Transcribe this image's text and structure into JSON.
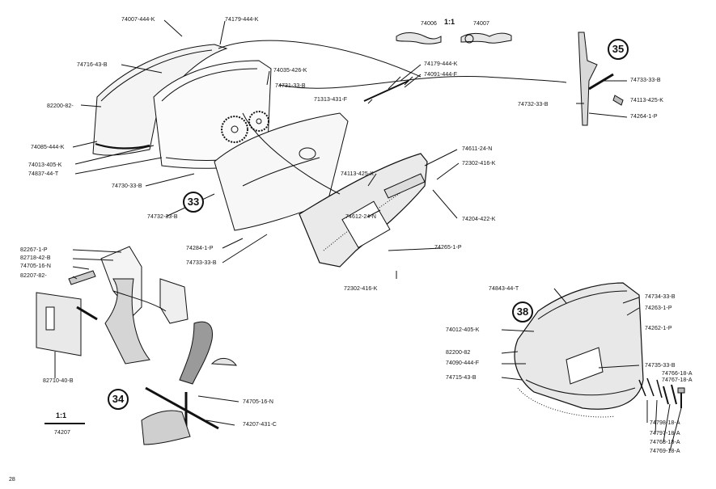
{
  "page_number": "28",
  "scale_top": "1:1",
  "scale_bottom": "1:1",
  "groups": {
    "g33": "33",
    "g34": "34",
    "g35": "35",
    "g38": "38"
  },
  "top_parts": {
    "a": "74006",
    "b": "74007"
  },
  "ref_bottom": "74207",
  "labels": {
    "l01": "74007-444-K",
    "l02": "74179-444-K",
    "l03": "74716-43-B",
    "l04": "74035-426-K",
    "l05": "74731-33-B",
    "l06": "74179-444-K",
    "l07": "74091-444-F",
    "l08": "71313-431-F",
    "l09": "82200-82-",
    "l10": "74085-444-K",
    "l11": "74013-405-K",
    "l12": "74837-44-T",
    "l13": "74730-33-B",
    "l14": "74732-33-B",
    "l15": "74611-24-N",
    "l16": "72302-416-K",
    "l17": "74113-425-K",
    "l18": "74612-24-N",
    "l19": "74204-422-K",
    "l20": "74284-1-P",
    "l21": "74733-33-B",
    "l22": "74265-1-P",
    "l23": "72302-416-K",
    "l24": "74733-33-B",
    "l25": "74732-33-B",
    "l26": "74113-425-K",
    "l27": "74264-1-P",
    "l28": "82267-1-P",
    "l29": "82718-42-B",
    "l30": "74705-16-N",
    "l31": "82207-82-",
    "l32": "82710-40-B",
    "l33": "74705-16-N",
    "l34": "74207-431-C",
    "l35": "74843-44-T",
    "l36": "74734-33-B",
    "l37": "74263-1-P",
    "l38": "74012-405-K",
    "l39": "74262-1-P",
    "l40": "82200-82",
    "l41": "74090-444-F",
    "l42": "74715-43-B",
    "l43": "74735-33-B",
    "l44": "74766-18-A",
    "l45": "74767-18-A",
    "l46": "74798-18-A",
    "l47": "74797-18-A",
    "l48": "74768-18-A",
    "l49": "74769-18-A"
  }
}
